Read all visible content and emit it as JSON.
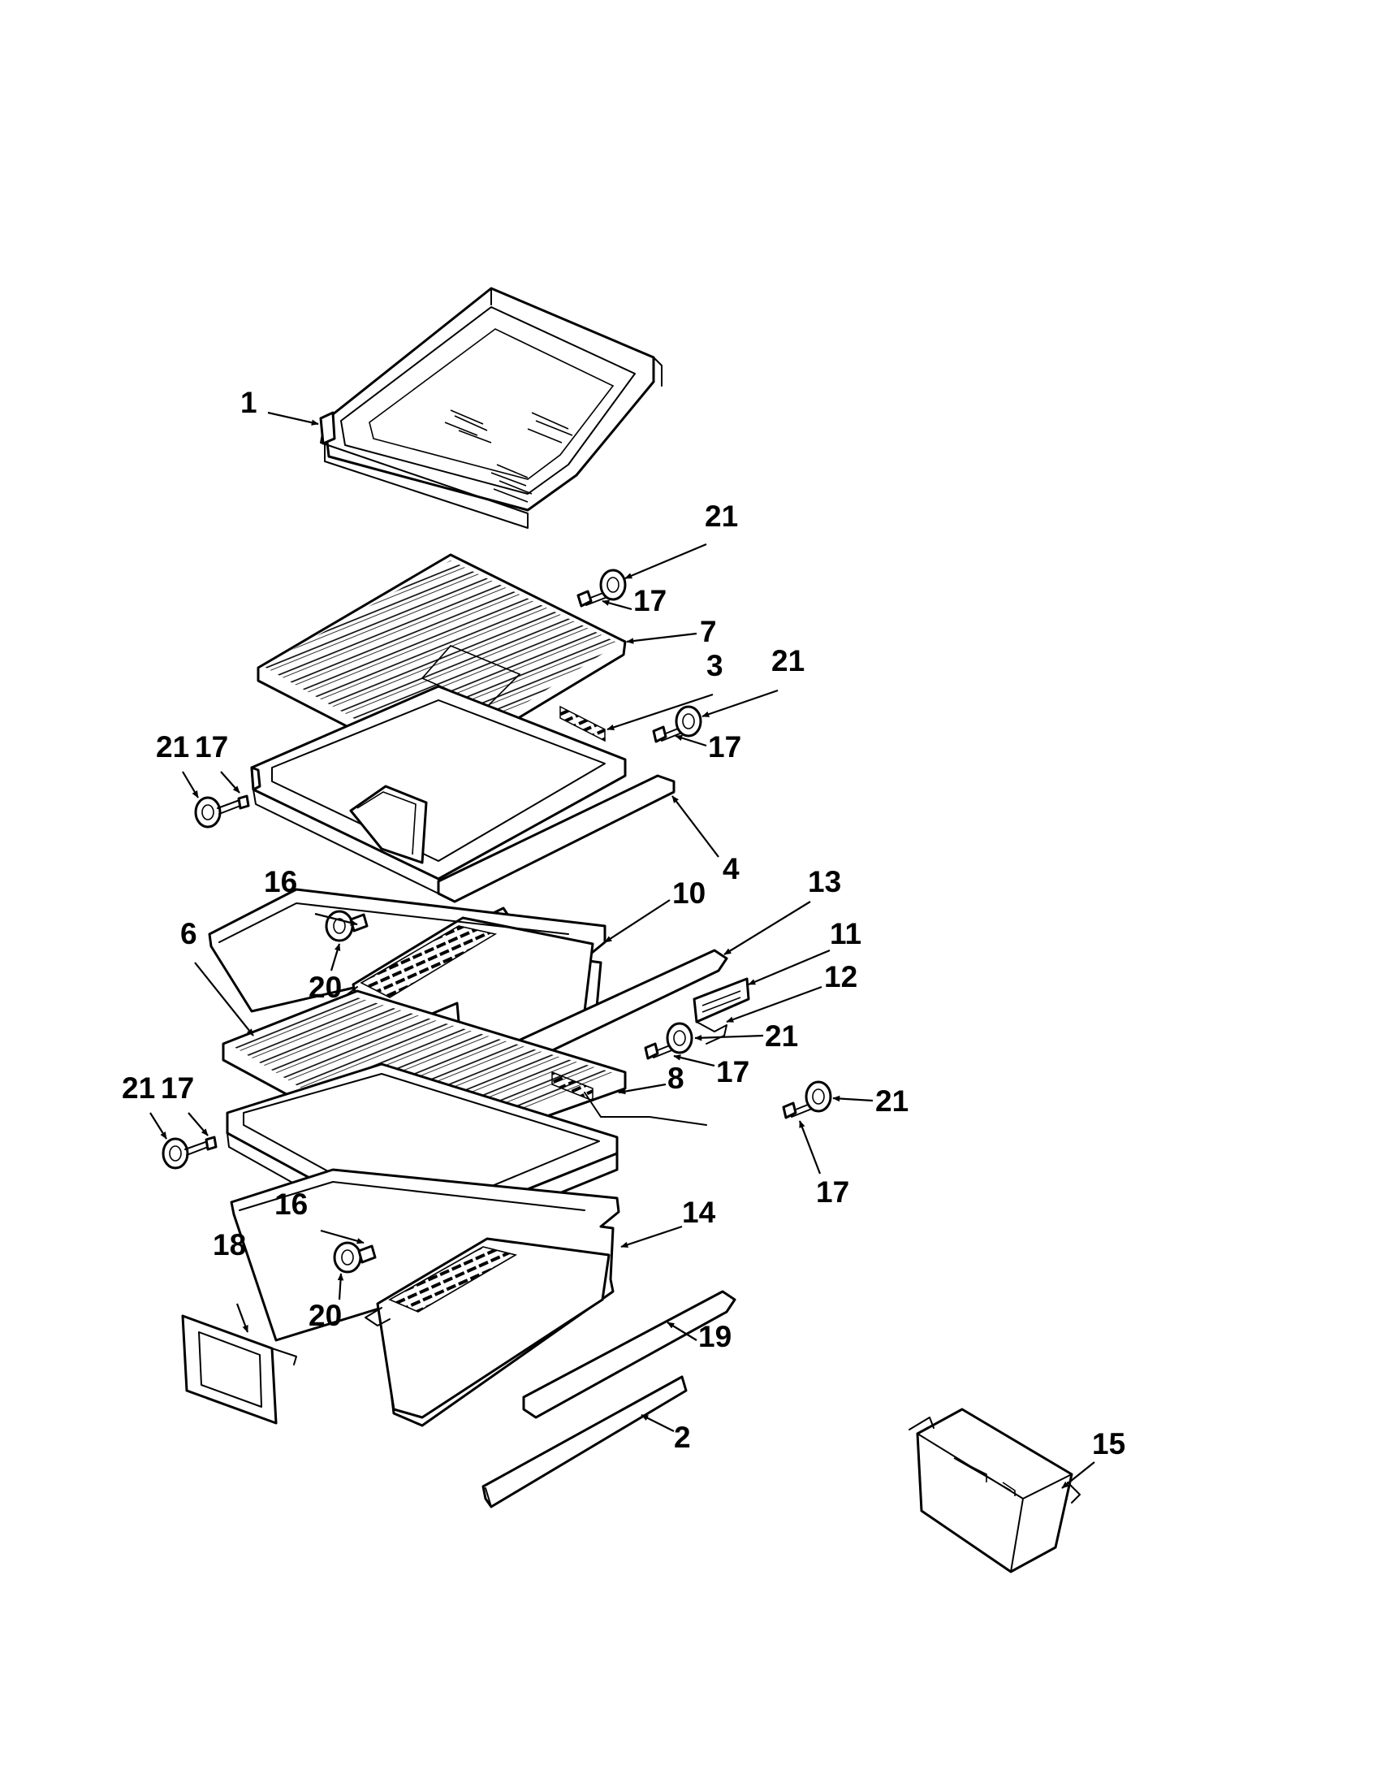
{
  "diagram": {
    "callouts": [
      "1",
      "21",
      "17",
      "7",
      "3",
      "21",
      "17",
      "21",
      "17",
      "4",
      "16",
      "10",
      "13",
      "6",
      "20",
      "11",
      "12",
      "21",
      "17",
      "8",
      "21",
      "17",
      "21",
      "17",
      "16",
      "14",
      "18",
      "20",
      "19",
      "2",
      "15"
    ]
  }
}
